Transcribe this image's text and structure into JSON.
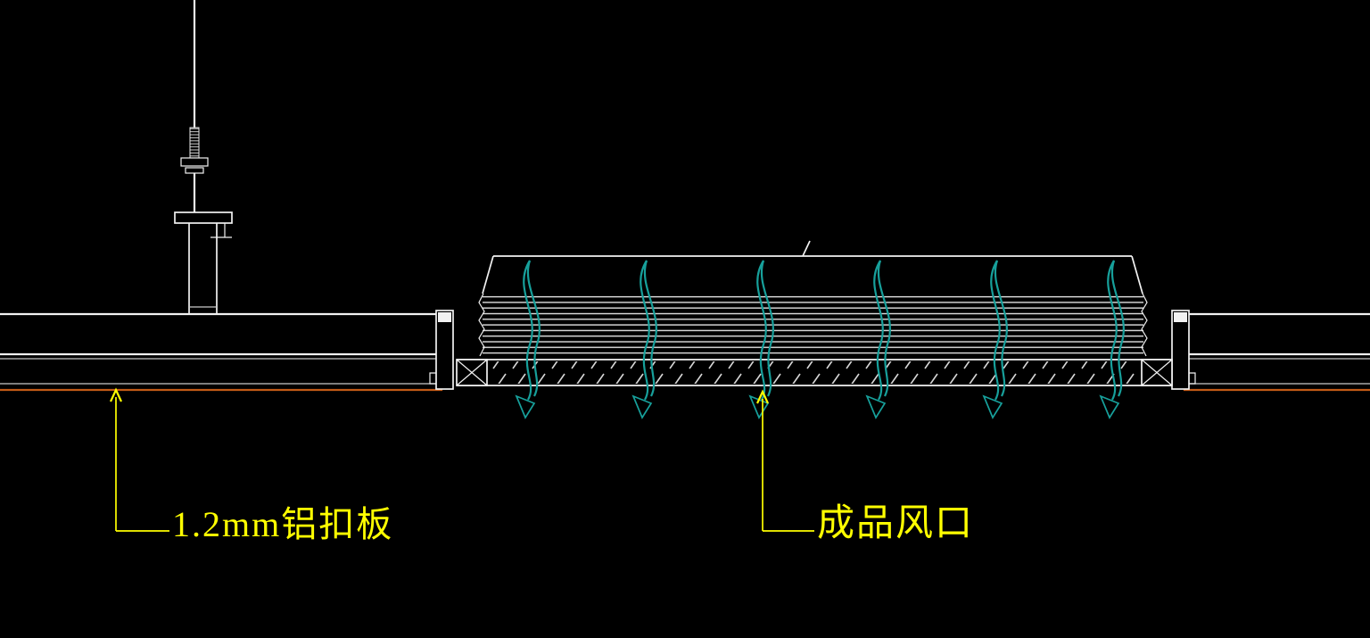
{
  "drawing": {
    "type": "ceiling-detail-section",
    "airflow_stream_count": 6,
    "components": [
      "hanger-rod",
      "hanger-bracket",
      "ceiling-band",
      "aluminum-panel-edge",
      "air-diffuser",
      "louver-grille",
      "airflow-streams"
    ]
  },
  "colors": {
    "background": "#000000",
    "line": "#f2f2f2",
    "line_dim": "#c9c9c9",
    "airflow": "#17a09b",
    "orange": "#c35a17",
    "annotation": "#ffff00"
  },
  "annotations": {
    "panel": {
      "text": "1.2mm铝扣板"
    },
    "vent": {
      "text": "成品风口"
    }
  }
}
